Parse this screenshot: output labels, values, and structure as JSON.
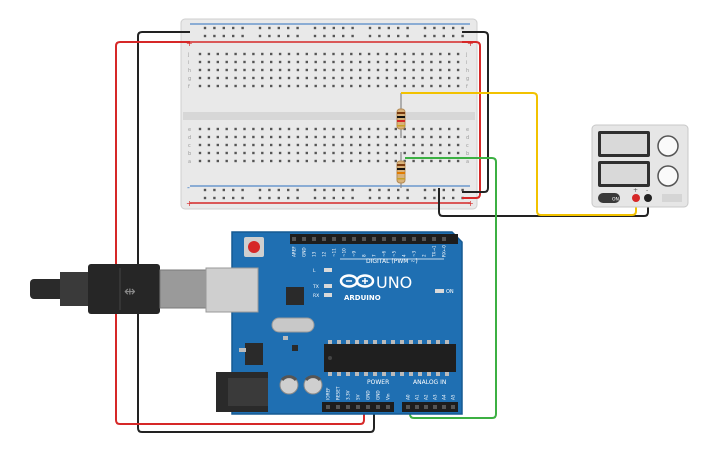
{
  "breadboard": {
    "row_letters_top": [
      "j",
      "i",
      "h",
      "g",
      "f"
    ],
    "row_letters_bottom": [
      "e",
      "d",
      "c",
      "b",
      "a"
    ],
    "rail_plus": "+",
    "rail_minus": "-",
    "column_count": 30
  },
  "arduino": {
    "brand": "ARDUINO",
    "model": "UNO",
    "digital_label": "DIGITAL (PWM ~)",
    "on_label": "ON",
    "led_labels": [
      "L",
      "TX",
      "RX"
    ],
    "power_label": "POWER",
    "analog_label": "ANALOG IN",
    "top_pin_labels": [
      "AREF",
      "GND",
      "13",
      "12",
      "~11",
      "~10",
      "~9",
      "8",
      "7",
      "~6",
      "~5",
      "4",
      "~3",
      "2",
      "TX→1",
      "RX←0"
    ],
    "power_pin_labels": [
      "IOREF",
      "RESET",
      "3.3V",
      "5V",
      "GND",
      "GND",
      "Vin"
    ],
    "analog_pin_labels": [
      "A0",
      "A1",
      "A2",
      "A3",
      "A4",
      "A5"
    ]
  },
  "power_supply": {
    "terminal_plus": "+",
    "terminal_minus": "-",
    "button_label": "ON"
  },
  "colors": {
    "wire_red": "#d62828",
    "wire_black": "#222222",
    "wire_yellow": "#f2c200",
    "wire_green": "#3cb043",
    "board_blue": "#1f6fb2",
    "breadboard": "#eaeaea"
  }
}
